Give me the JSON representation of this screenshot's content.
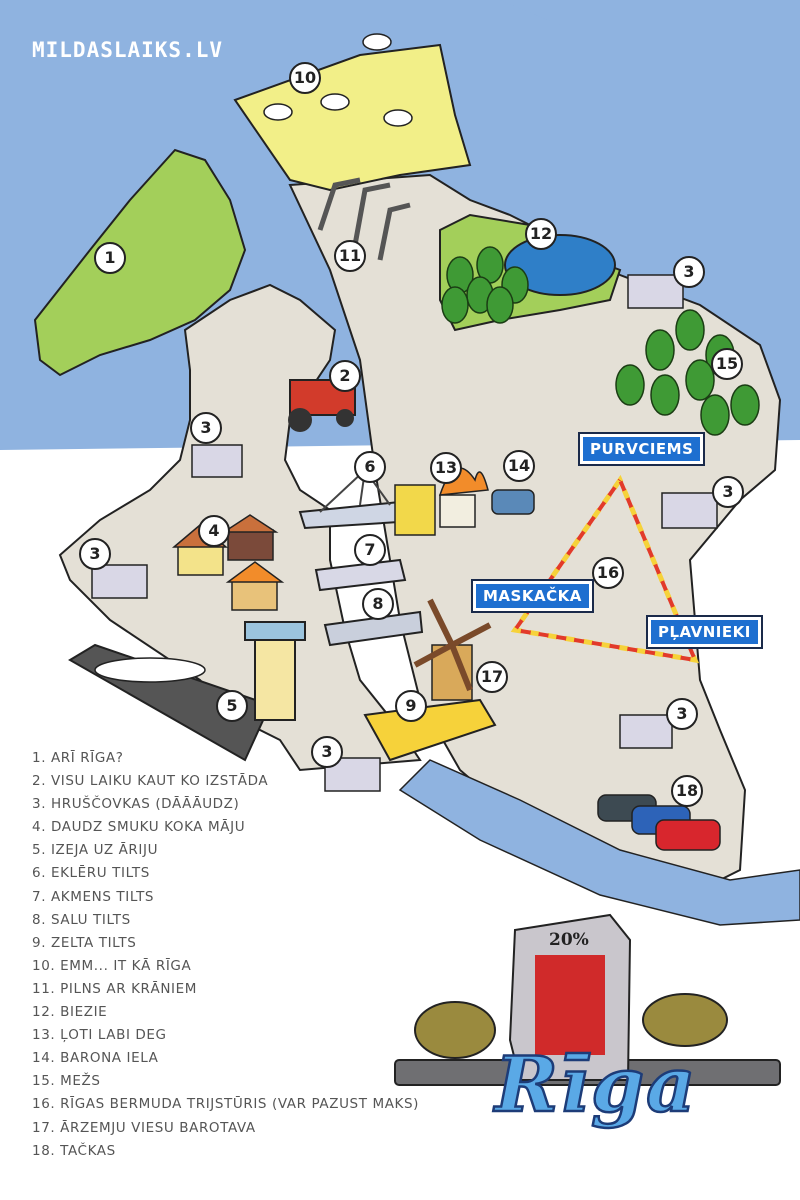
{
  "site": "MILDASLAIKS.LV",
  "map_markers": {
    "m1": "1",
    "m2": "2",
    "m3a": "3",
    "m3b": "3",
    "m3c": "3",
    "m3d": "3",
    "m3e": "3",
    "m3f": "3",
    "m4": "4",
    "m5": "5",
    "m6": "6",
    "m7": "7",
    "m8": "8",
    "m9": "9",
    "m10": "10",
    "m11": "11",
    "m12": "12",
    "m13": "13",
    "m14": "14",
    "m15": "15",
    "m16": "16",
    "m17": "17",
    "m18": "18"
  },
  "signs": {
    "purvciems": "PURVCIEMS",
    "maskacka": "MASKAČKA",
    "plavnieki": "PĻAVNIEKI"
  },
  "legend": [
    "1. ARĪ RĪGA?",
    "2. VISU LAIKU KAUT KO IZSTĀDA",
    "3. HRUŠČOVKAS (DĀĀĀUDZ)",
    "4. DAUDZ SMUKU KOKA MĀJU",
    "5. IZEJA UZ ĀRIJU",
    "6. EKLĒRU TILTS",
    "7. AKMENS TILTS",
    "8. SALU TILTS",
    "9. ZELTA TILTS",
    "10. EMM... IT KĀ RĪGA",
    "11. PILNS AR KRĀNIEM",
    "12. BIEZIE",
    "13. ĻOTI LABI DEG",
    "14. BARONA IELA",
    "15. MEŽS",
    "16. RĪGAS BERMUDA TRIJSTŪRIS (VAR PAZUST MAKS)",
    "17. ĀRZEMJU VIESU BAROTAVA",
    "18. TAČKAS"
  ],
  "coat_of_arms": {
    "badge": "20%",
    "title": "Rīga"
  },
  "colors": {
    "water": "#8fb3e0",
    "land": "#e4e0d6",
    "park": "#a3cf5a",
    "beach": "#f2ef88",
    "sign": "#1e6fd0"
  }
}
